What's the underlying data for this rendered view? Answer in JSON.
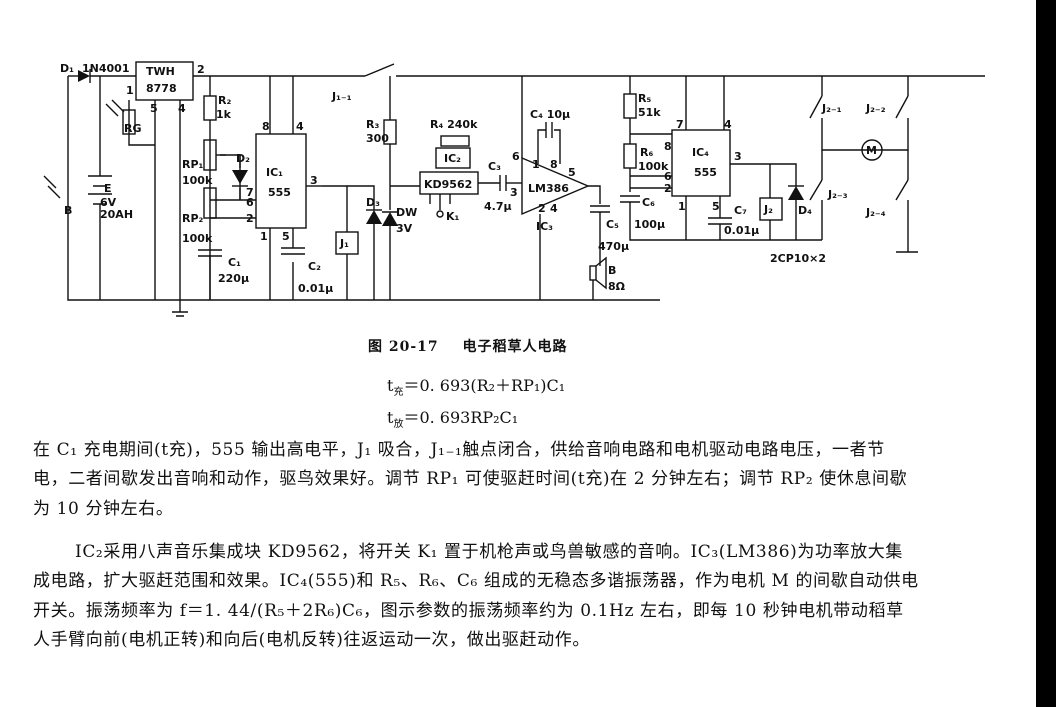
{
  "figure": {
    "labels": {
      "d1": "D₁",
      "d1n4001": "1N4001",
      "twh": "TWH",
      "twh8778": "8778",
      "pin1": "1",
      "pin2": "2",
      "pin4": "4",
      "pin5": "5",
      "rg": "RG",
      "r2": "R₂",
      "r2v": "1k",
      "rp1": "RP₁",
      "rp1v": "100k",
      "rp2": "RP₂",
      "rp2v": "100k",
      "d2": "D₂",
      "c1": "C₁",
      "c1v": "220μ",
      "e": "E",
      "e6v": "6V",
      "e20ah": "20AH",
      "b": "B",
      "ic1": "IC₁",
      "ic1v": "555",
      "p8": "8",
      "p4": "4",
      "p7": "7",
      "p6": "6",
      "p2": "2",
      "p3": "3",
      "p1": "1",
      "p5": "5",
      "c2": "C₂",
      "c2v": "0.01μ",
      "j1": "J₁",
      "d3": "D₃",
      "j11": "J₁₋₁",
      "r3": "R₃",
      "r3v": "300",
      "dw": "DW",
      "dw3v": "3V",
      "r4": "R₄ 240k",
      "ic2": "IC₂",
      "kd": "KD9562",
      "k1": "K₁",
      "c3": "C₃",
      "c3v": "4.7μ",
      "c4": "C₄ 10μ",
      "lm": "LM386",
      "ic3": "IC₃",
      "l6": "6",
      "l1": "1",
      "l8": "8",
      "l5": "5",
      "l2": "2",
      "l3": "3",
      "l4": "4",
      "c5": "C₅",
      "c5v": "470μ",
      "spk": "B",
      "spkv": "8Ω",
      "r5": "R₅",
      "r5v": "51k",
      "r6": "R₆",
      "r6v": "100k",
      "c6": "C₆",
      "c6v": "100μ",
      "ic4": "IC₄",
      "ic4v": "555",
      "q7": "7",
      "q4": "4",
      "q6": "6",
      "q2": "2",
      "q3": "3",
      "q1": "1",
      "q5": "5",
      "q8": "8",
      "c7": "C₇",
      "c7v": "0.01μ",
      "j2": "J₂",
      "d4": "D₄",
      "cp": "2CP10×2",
      "j21": "J₂₋₁",
      "j22": "J₂₋₂",
      "j23": "J₂₋₃",
      "j24": "J₂₋₄",
      "m": "M"
    }
  },
  "caption": {
    "number": "图 20-17",
    "title": "电子稻草人电路"
  },
  "formulas": {
    "f1": {
      "lhs": "t",
      "lhs_sub": "充",
      "rhs": "＝0. 693(R₂＋RP₁)C₁"
    },
    "f2": {
      "lhs": "t",
      "lhs_sub": "放",
      "rhs": "＝0. 693RP₂C₁"
    }
  },
  "paragraphs": {
    "p1": "在 C₁ 充电期间(t充)，555 输出高电平，J₁ 吸合，J₁₋₁触点闭合，供给音响电路和电机驱动电路电压，一者节电，二者间歇发出音响和动作，驱鸟效果好。调节 RP₁ 可使驱赶时间(t充)在 2 分钟左右；调节 RP₂ 使休息间歇为 10 分钟左右。",
    "p2": "IC₂采用八声音乐集成块 KD9562，将开关 K₁ 置于机枪声或鸟兽敏感的音响。IC₃(LM386)为功率放大集成电路，扩大驱赶范围和效果。IC₄(555)和 R₅、R₆、C₆ 组成的无稳态多谐振荡器，作为电机 M 的间歇自动供电开关。振荡频率为 f＝1. 44/(R₅＋2R₆)C₆，图示参数的振荡频率约为 0.1Hz 左右，即每 10 秒钟电机带动稻草人手臂向前(电机正转)和向后(电机反转)往返运动一次，做出驱赶动作。"
  }
}
